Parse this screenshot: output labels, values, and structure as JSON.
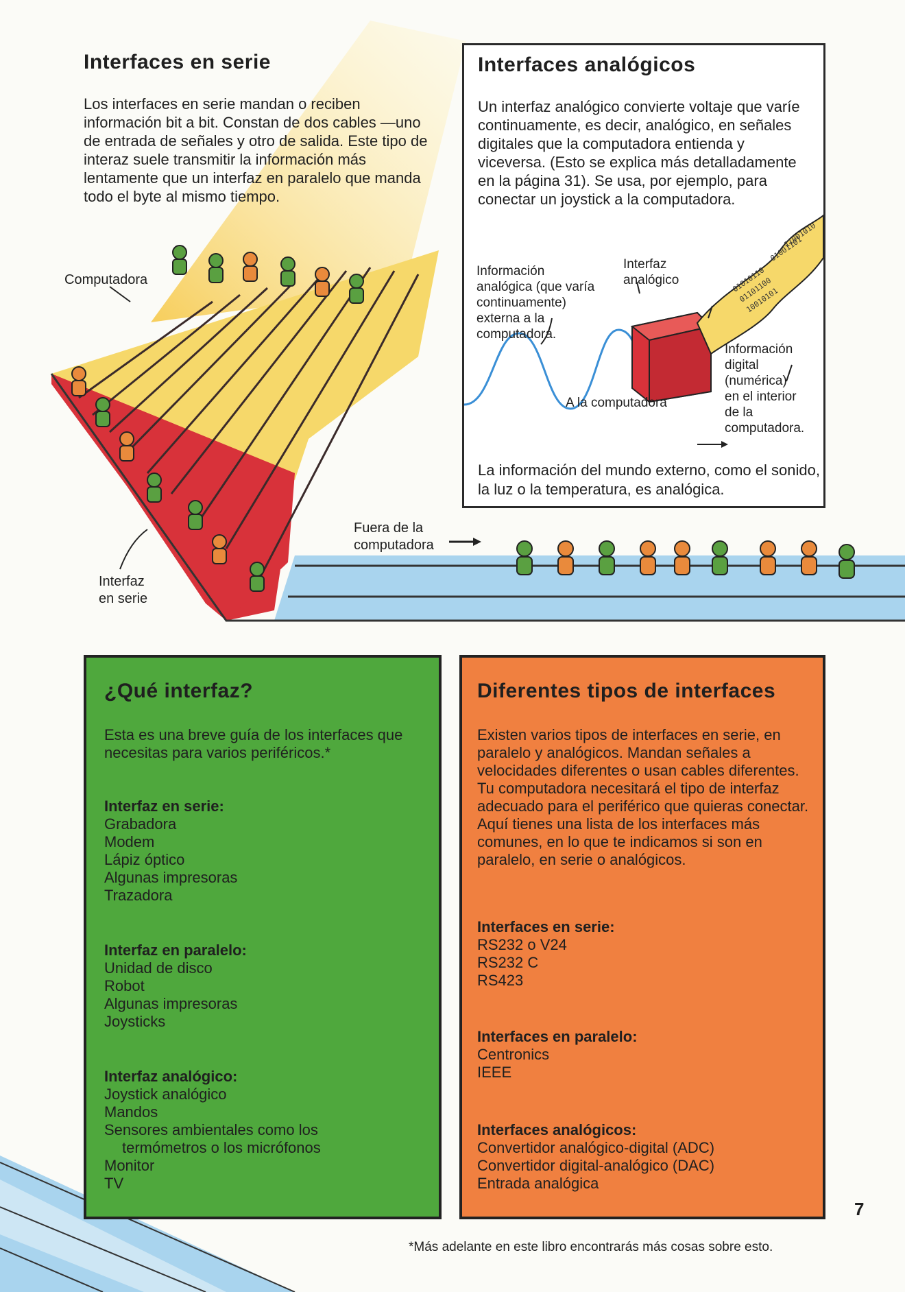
{
  "serie": {
    "title": "Interfaces en serie",
    "body": "Los interfaces en serie mandan o reciben información bit a bit. Constan de dos cables —uno de entrada de señales y otro de salida. Este tipo de interaz suele transmitir la información más lentamente que un interfaz en paralelo que manda todo el byte al mismo tiempo.",
    "label_computer": "Computadora",
    "label_interface": [
      "Interfaz",
      "en serie"
    ],
    "label_outside": [
      "Fuera de la",
      "computadora"
    ]
  },
  "analog": {
    "title": "Interfaces analógicos",
    "body": "Un interfaz analógico convierte voltaje que varíe continuamente, es decir, analógico, en señales digitales que la computadora entienda y viceversa. (Esto se explica más detalladamente en la página 31). Se usa, por ejemplo, para conectar un joystick a la computadora.",
    "label_info_analog": [
      "Información",
      "analógica (que varía",
      "continuamente)",
      "externa a la",
      "computadora."
    ],
    "label_interface": [
      "Interfaz",
      "analógico"
    ],
    "label_to_computer": "A la computadora",
    "label_info_digital": [
      "Información",
      "digital",
      "(numérica)",
      "en el interior",
      "de la",
      "computadora."
    ],
    "footer": "La información del mundo externo, como el sonido, la luz o la temperatura, es analógica."
  },
  "guide": {
    "title": "¿Qué interfaz?",
    "intro": "Esta es una breve guía de los interfaces que necesitas para varios periféricos.*",
    "serial_heading": "Interfaz en serie:",
    "serial_items": [
      "Grabadora",
      "Modem",
      "Lápiz óptico",
      "Algunas impresoras",
      "Trazadora"
    ],
    "parallel_heading": "Interfaz en paralelo:",
    "parallel_items": [
      "Unidad de disco",
      "Robot",
      "Algunas impresoras",
      "Joysticks"
    ],
    "analog_heading": "Interfaz analógico:",
    "analog_items": [
      "Joystick analógico",
      "Mandos",
      "Sensores ambientales como los",
      "termómetros o los micrófonos",
      "Monitor",
      "TV"
    ]
  },
  "types": {
    "title": "Diferentes tipos de interfaces",
    "intro": "Existen varios tipos de interfaces en serie, en paralelo y analógicos. Mandan señales a velocidades diferentes o usan cables diferentes. Tu computadora necesitará el tipo de interfaz adecuado para el periférico que quieras conectar. Aquí tienes una lista de los interfaces más comunes, en lo que te indicamos si son en paralelo, en serie o analógicos.",
    "serial_heading": "Interfaces en serie:",
    "serial_items": [
      "RS232 o V24",
      "RS232 C",
      "RS423"
    ],
    "parallel_heading": "Interfaces en paralelo:",
    "parallel_items": [
      "Centronics",
      "IEEE"
    ],
    "analog_heading": "Interfaces analógicos:",
    "analog_items": [
      "Convertidor analógico-digital (ADC)",
      "Convertidor digital-analógico (DAC)",
      "Entrada analógica"
    ]
  },
  "page_number": "7",
  "footnote": "*Más adelante en este libro encontrarás más cosas sobre esto.",
  "binary_tape": [
    "01010110",
    "01101100",
    "10010101",
    "01001101",
    "11001010"
  ],
  "colors": {
    "red": "#d8323a",
    "yellow": "#f6d86a",
    "blue": "#a9d4ee",
    "green_box": "#4fa83d",
    "orange_box": "#f08040",
    "runner_green": "#5aa041",
    "runner_orange": "#e98a3c"
  }
}
